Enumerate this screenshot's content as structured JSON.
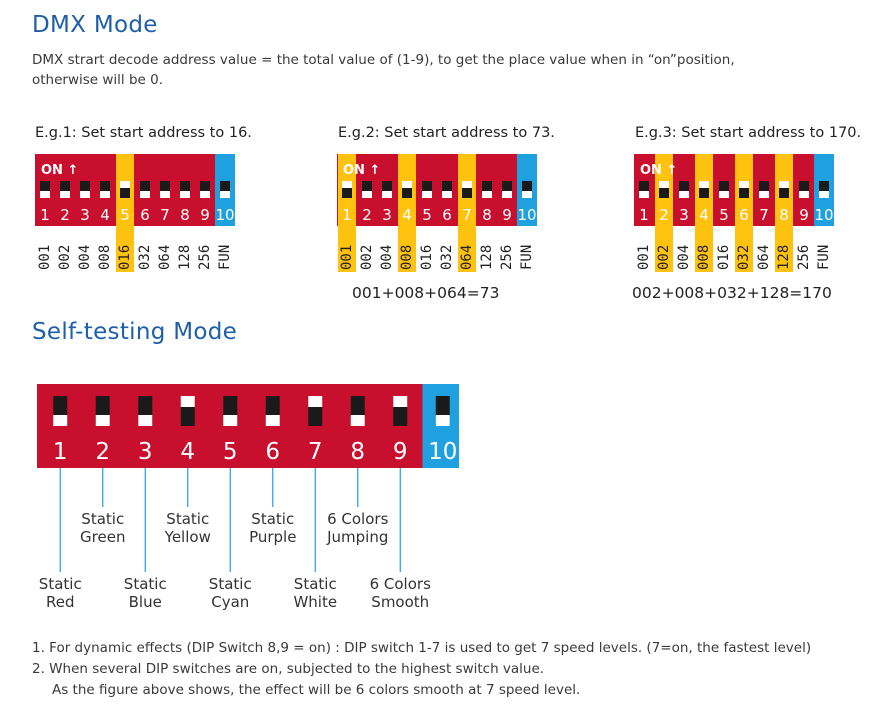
{
  "colors": {
    "red": "#c8102e",
    "yellow": "#ffc20e",
    "blue": "#1fa0df",
    "title": "#1f5fa8"
  },
  "dmx": {
    "title": "DMX Mode",
    "desc_line1": "DMX strart decode address value = the total value of (1-9), to get the place value when in “on”position,",
    "desc_line2": "otherwise will be 0.",
    "on_label": "ON ↑",
    "switch_numbers": [
      "1",
      "2",
      "3",
      "4",
      "5",
      "6",
      "7",
      "8",
      "9",
      "10"
    ],
    "place_values": [
      "001",
      "002",
      "004",
      "008",
      "016",
      "032",
      "064",
      "128",
      "256",
      "FUN"
    ],
    "examples": [
      {
        "caption": "E.g.1: Set start address to 16.",
        "on": [
          5
        ],
        "sum": ""
      },
      {
        "caption": "E.g.2: Set start address to 73.",
        "on": [
          1,
          4,
          7
        ],
        "sum": "001+008+064=73"
      },
      {
        "caption": "E.g.3: Set start address to 170.",
        "on": [
          2,
          4,
          6,
          8
        ],
        "sum": "002+008+032+128=170"
      }
    ]
  },
  "self_test": {
    "title": "Self-testing Mode",
    "switch_numbers": [
      "1",
      "2",
      "3",
      "4",
      "5",
      "6",
      "7",
      "8",
      "9",
      "10"
    ],
    "on_switches": [
      4,
      7,
      9
    ],
    "upper_labels": [
      {
        "line1": "Static",
        "line2": "Green",
        "switch": 2
      },
      {
        "line1": "Static",
        "line2": "Yellow",
        "switch": 4
      },
      {
        "line1": "Static",
        "line2": "Purple",
        "switch": 6
      },
      {
        "line1": "6 Colors",
        "line2": "Jumping",
        "switch": 8
      }
    ],
    "lower_labels": [
      {
        "line1": "Static",
        "line2": "Red",
        "switch": 1
      },
      {
        "line1": "Static",
        "line2": "Blue",
        "switch": 3
      },
      {
        "line1": "Static",
        "line2": "Cyan",
        "switch": 5
      },
      {
        "line1": "Static",
        "line2": "White",
        "switch": 7
      },
      {
        "line1": "6 Colors",
        "line2": "Smooth",
        "switch": 9
      }
    ]
  },
  "notes": {
    "line1": "1. For dynamic effects (DIP Switch 8,9 = on) : DIP switch 1-7 is used to get 7 speed levels. (7=on, the fastest level)",
    "line2": "2. When several DIP switches are on, subjected to the highest switch value.",
    "line3": "As the figure above shows, the effect will be 6 colors smooth at 7 speed level."
  }
}
